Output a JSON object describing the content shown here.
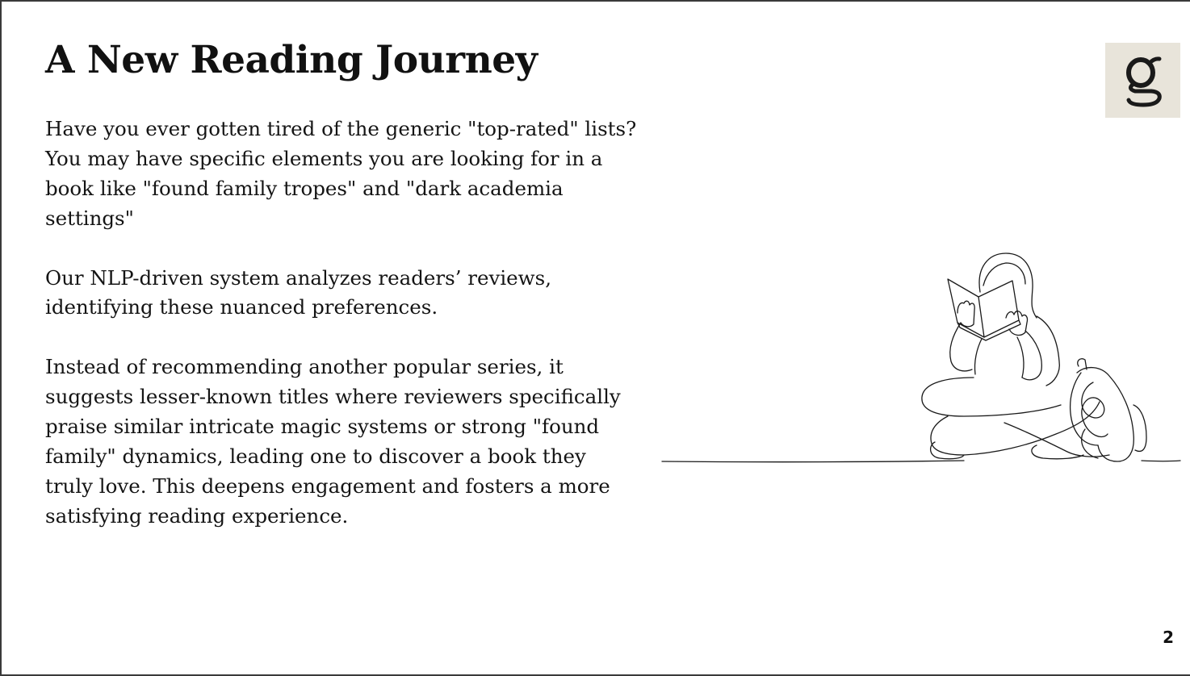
{
  "slide": {
    "title": "A New Reading Journey",
    "paragraphs": [
      "Have you ever gotten tired of the generic \"top-rated\" lists? You may have specific elements you are looking for in a book like \"found family tropes\" and \"dark academia settings\"",
      "Our NLP-driven system analyzes readers’ reviews, identifying these nuanced preferences.",
      "Instead of recommending another popular series, it suggests lesser-known titles where reviewers specifically praise similar intricate magic systems or strong \"found family\" dynamics, leading one to discover a book they truly love. This deepens engagement and fosters a more satisfying reading experience."
    ],
    "page_number": "2",
    "logo": {
      "icon": "goodreads-g-logo",
      "letter": "g",
      "background": "#e8e4da"
    },
    "illustration": {
      "icon": "person-reading-line-art"
    }
  }
}
